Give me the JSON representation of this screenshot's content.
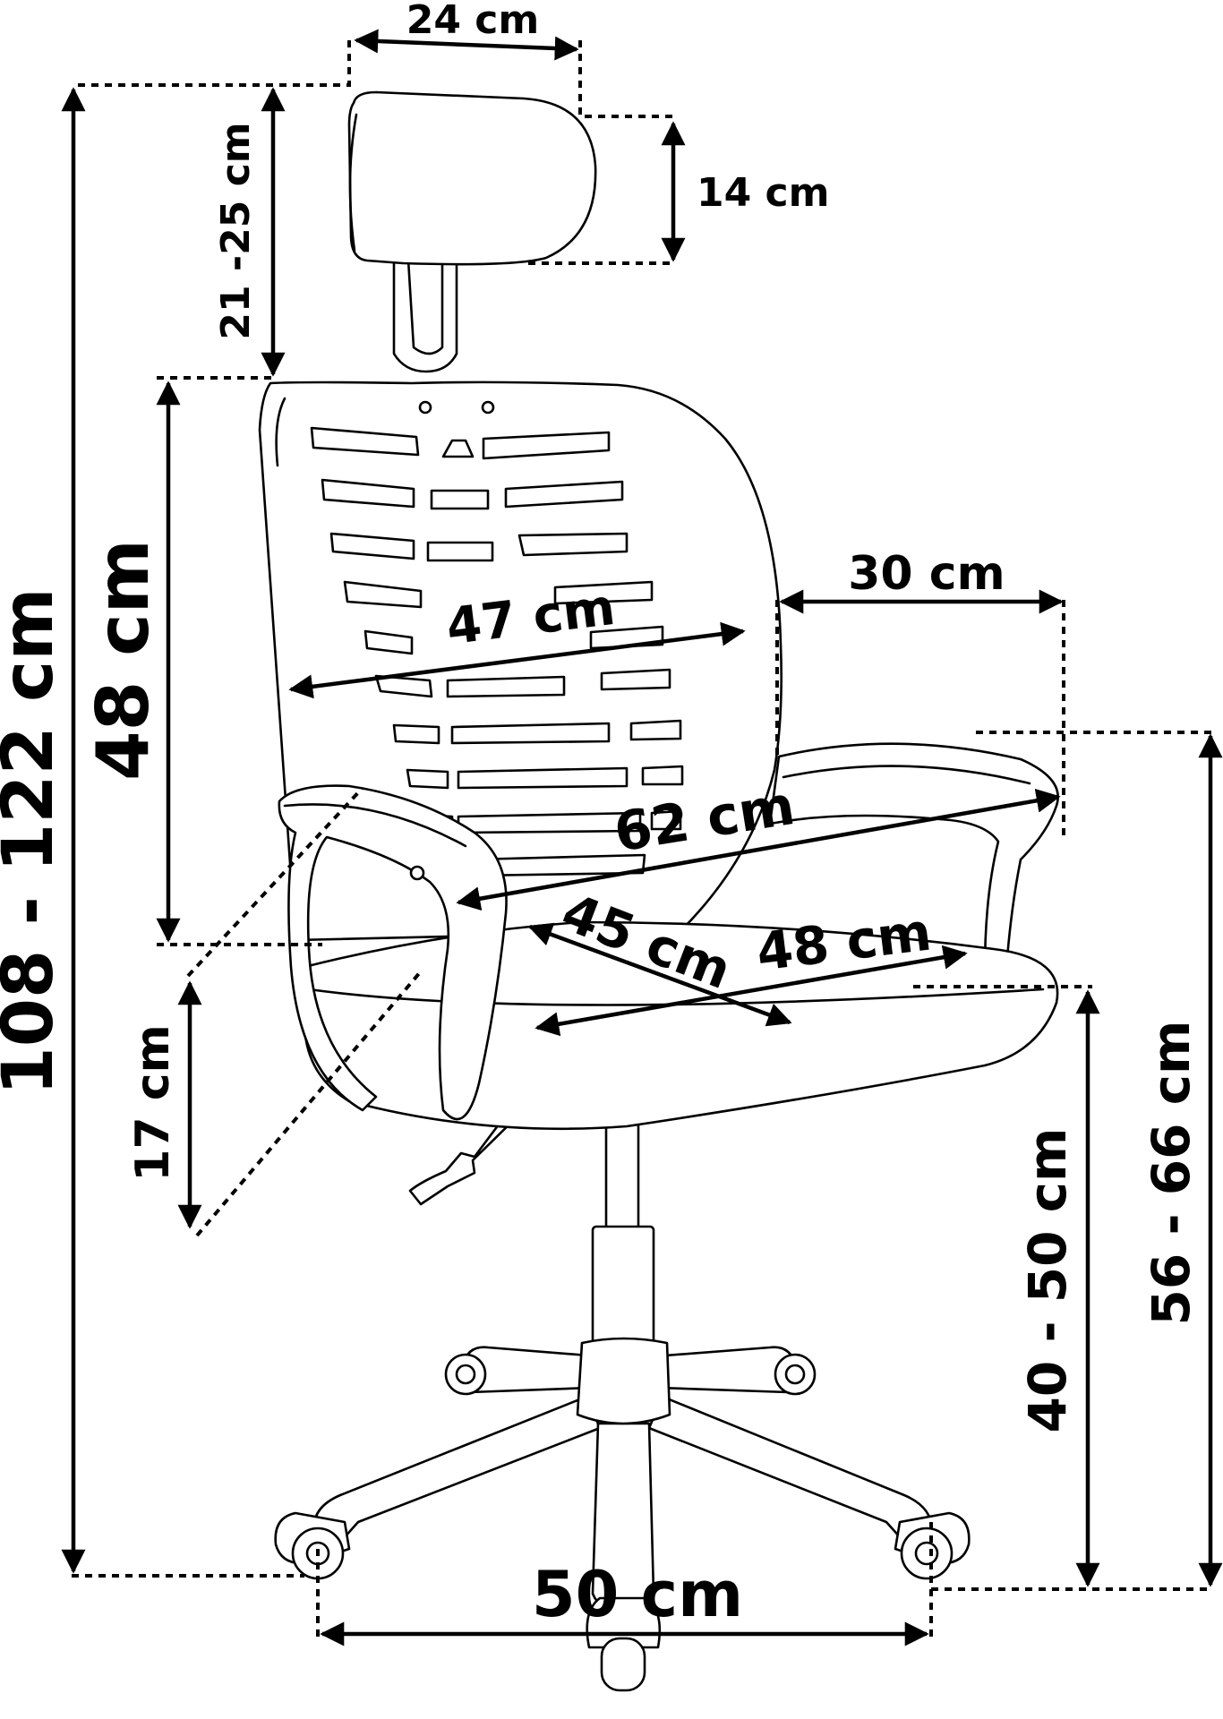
{
  "colors": {
    "line": "#000000",
    "background": "#ffffff"
  },
  "dimensions": {
    "headrest_width": "24 cm",
    "headrest_height": "14 cm",
    "headrest_adjust": "21 -25 cm",
    "backrest_height": "48 cm",
    "total_height": "108 - 122 cm",
    "backrest_width": "47 cm",
    "armrest_depth": "30 cm",
    "total_width": "62 cm",
    "seat_depth": "45 cm",
    "seat_width": "48 cm",
    "seat_thickness": "17 cm",
    "armrest_height": "56 - 66 cm",
    "seat_height": "40 - 50 cm",
    "base_width": "50 cm"
  }
}
